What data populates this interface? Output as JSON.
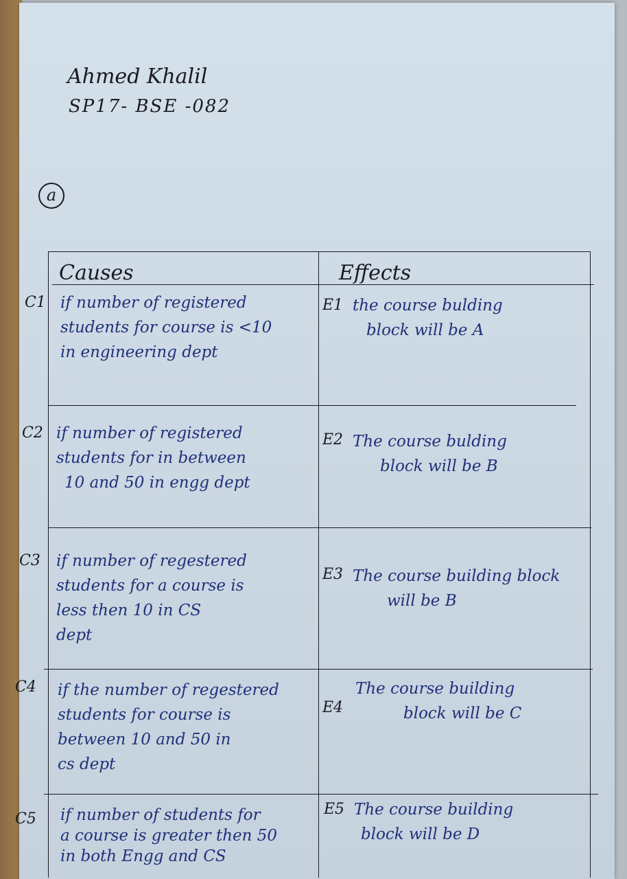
{
  "header": {
    "name": "Ahmed Khalil",
    "roll": "SP17- BSE -082",
    "part_label": "a"
  },
  "table": {
    "col_causes": "Causes",
    "col_effects": "Effects",
    "rows": [
      {
        "cause_id": "C1",
        "cause_lines": [
          "if number of registered",
          "students for course is <10",
          "in engineering dept"
        ],
        "effect_id": "E1",
        "effect_lines": [
          "the course bulding",
          "block will be A"
        ]
      },
      {
        "cause_id": "C2",
        "cause_lines": [
          "if number of registered",
          "students for in between",
          "10 and 50 in engg dept"
        ],
        "effect_id": "E2",
        "effect_lines": [
          "The course bulding",
          "block will be B"
        ]
      },
      {
        "cause_id": "C3",
        "cause_lines": [
          "if number of regestered",
          "students for a course is",
          "less then 10 in CS",
          "dept"
        ],
        "effect_id": "E3",
        "effect_lines": [
          "The course building block",
          "will be B"
        ]
      },
      {
        "cause_id": "C4",
        "cause_lines": [
          "if the number of regestered",
          "students for course is",
          "between 10 and 50 in",
          "cs dept"
        ],
        "effect_id": "E4",
        "effect_lines": [
          "The course building",
          "block will be C"
        ]
      },
      {
        "cause_id": "C5",
        "cause_lines": [
          "if number of students for",
          "a course is greater then 50",
          "in both Engg and CS"
        ],
        "effect_id": "E5",
        "effect_lines": [
          "The course building",
          "block will be D"
        ]
      }
    ]
  }
}
